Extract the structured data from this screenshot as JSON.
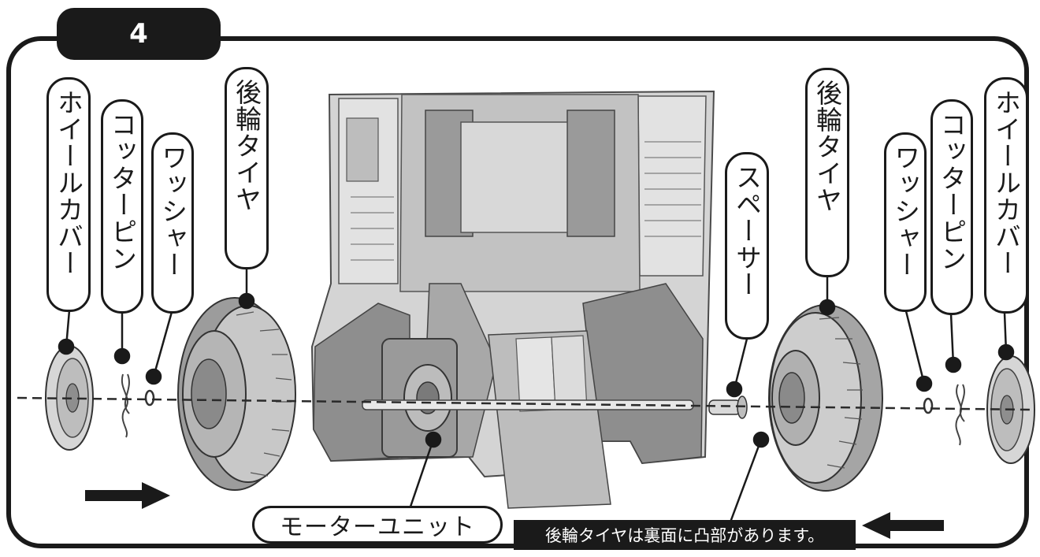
{
  "step": {
    "number": "4"
  },
  "labels": {
    "wheel_cover_left": "ホイールカバー",
    "cotter_pin_left": "コッターピン",
    "washer_left": "ワッシャー",
    "rear_tire_left": "後輪タイヤ",
    "spacer": "スペーサー",
    "rear_tire_right": "後輪タイヤ",
    "washer_right": "ワッシャー",
    "cotter_pin_right": "コッターピン",
    "wheel_cover_right": "ホイールカバー",
    "motor_unit": "モーターユニット"
  },
  "note": "後輪タイヤは裏面に凸部があります。",
  "icons": [
    "arrow-right-icon",
    "arrow-left-icon"
  ],
  "colors": {
    "ink": "#1a1a1a",
    "part_fill": "#cfcfcf",
    "part_dark": "#8a8a8a"
  }
}
